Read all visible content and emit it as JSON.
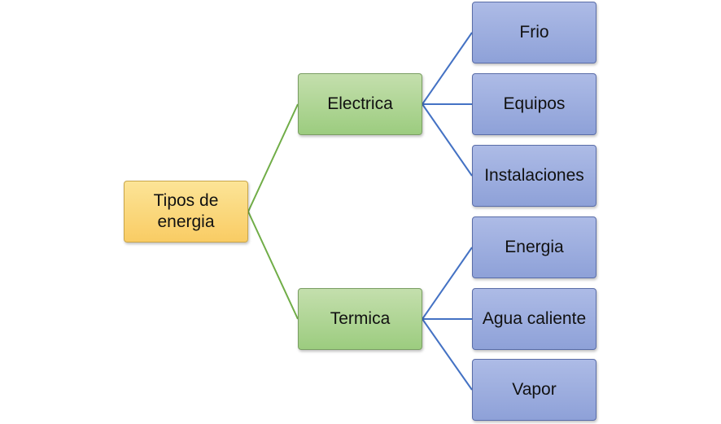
{
  "diagram": {
    "root": {
      "label": "Tipos de energia"
    },
    "branches": [
      {
        "label": "Electrica",
        "children": [
          "Frio",
          "Equipos",
          "Instalaciones"
        ]
      },
      {
        "label": "Termica",
        "children": [
          "Energia",
          "Agua caliente",
          "Vapor"
        ]
      }
    ]
  },
  "colors": {
    "root_fill": "#fbd97a",
    "branch_fill": "#b0d597",
    "leaf_fill": "#9dafdf",
    "root_connector": "#70ad47",
    "leaf_connector": "#4472c4"
  }
}
